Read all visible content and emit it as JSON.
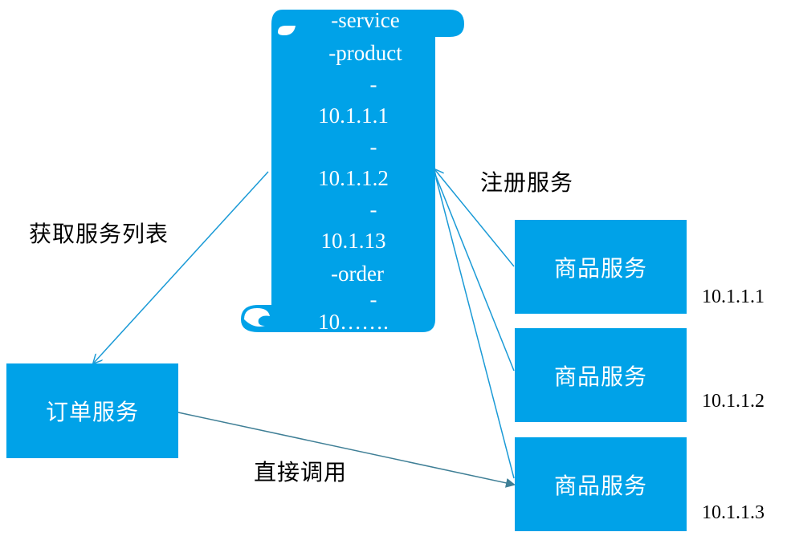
{
  "registry": {
    "lines": [
      "-service",
      "-product",
      "-",
      "10.1.1.1",
      "-",
      "10.1.1.2",
      "-",
      "10.1.13",
      "-order",
      "-",
      "10……."
    ]
  },
  "boxes": {
    "order_service": "订单服务",
    "product_service_1": "商品服务",
    "product_service_2": "商品服务",
    "product_service_3": "商品服务"
  },
  "labels": {
    "get_service_list": "获取服务列表",
    "register_service": "注册服务",
    "direct_call": "直接调用"
  },
  "ips": {
    "product_1": "10.1.1.1",
    "product_2": "10.1.1.2",
    "product_3": "10.1.1.3"
  },
  "colors": {
    "node_fill": "#00a2e8",
    "arrow": "#1a9ad6",
    "call_arrow": "#3f7f96",
    "text_on_node": "#ffffff"
  }
}
